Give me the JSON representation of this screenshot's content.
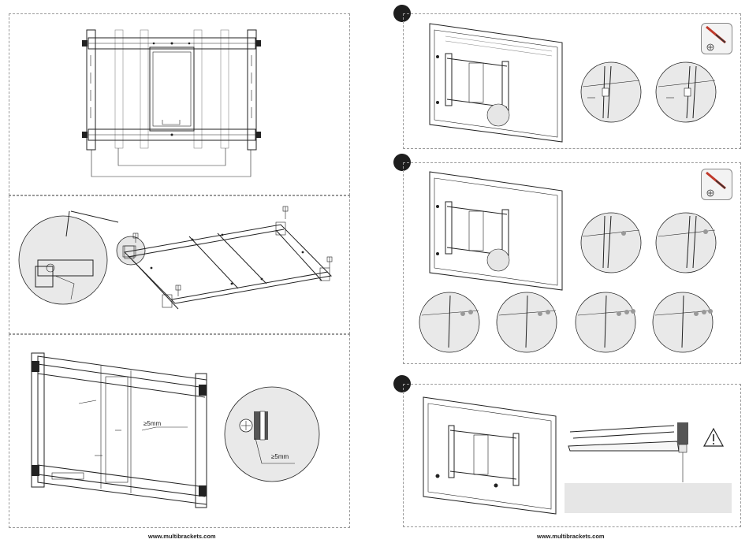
{
  "pages": {
    "left": {
      "footer": "www.multibrackets.com",
      "measure_labels": [
        "≥5mm",
        "≥5mm"
      ]
    },
    "right": {
      "footer": "www.multibrackets.com"
    }
  },
  "icons": {
    "tool": "screwdriver-icon",
    "screw_head": "phillips-icon",
    "warning": "warning-triangle-icon"
  },
  "colors": {
    "line": "#222222",
    "panel_border": "#9a9a9a",
    "step_marker": "#1e1e1e",
    "note_box": "#e6e6e6",
    "detail_circle": "#e9e9e9"
  }
}
